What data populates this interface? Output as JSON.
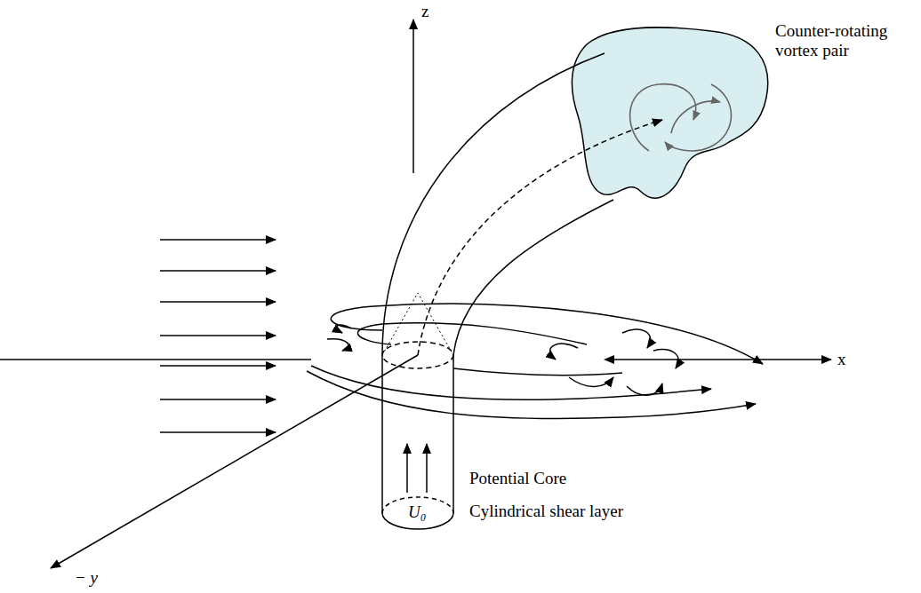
{
  "diagram": {
    "labels": [
      "z",
      "Counter-rotating vortex pair",
      "x",
      "Potential Core",
      "Cylindrical shear layer",
      "U₀",
      "− y"
    ]
  }
}
